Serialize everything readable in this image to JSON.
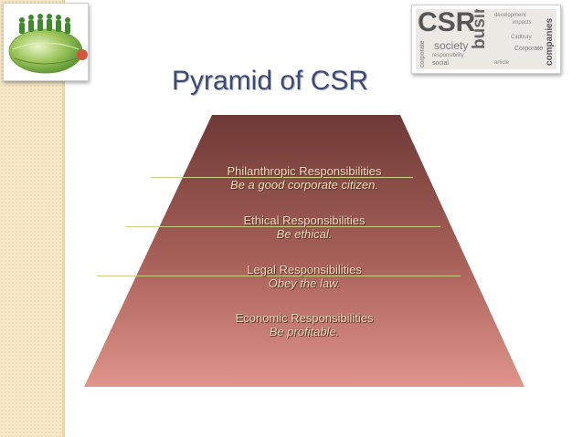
{
  "title": "Pyramid of CSR",
  "word_cloud": {
    "words": [
      "CSR",
      "business",
      "society",
      "companies",
      "corporate",
      "development",
      "responsibility",
      "social",
      "impacts",
      "article",
      "Cadbury",
      "Corporate"
    ]
  },
  "pyramid": {
    "levels": [
      {
        "title": "Philanthropic Responsibilities",
        "subtitle": "Be a good corporate citizen."
      },
      {
        "title": "Ethical Responsibilities",
        "subtitle": "Be ethical."
      },
      {
        "title": "Legal Responsibilities",
        "subtitle": "Obey the law."
      },
      {
        "title": "Economic Responsibilities",
        "subtitle": "Be profitable."
      }
    ]
  },
  "colors": {
    "background": "#ffffff",
    "sidebar": "#f6e8c8",
    "title": "#3d4a73",
    "pyramid_top": "#6e3a36",
    "pyramid_bottom": "#e0948a",
    "level_text": "#f2e2c6",
    "guide_line": "#c7cf84"
  }
}
